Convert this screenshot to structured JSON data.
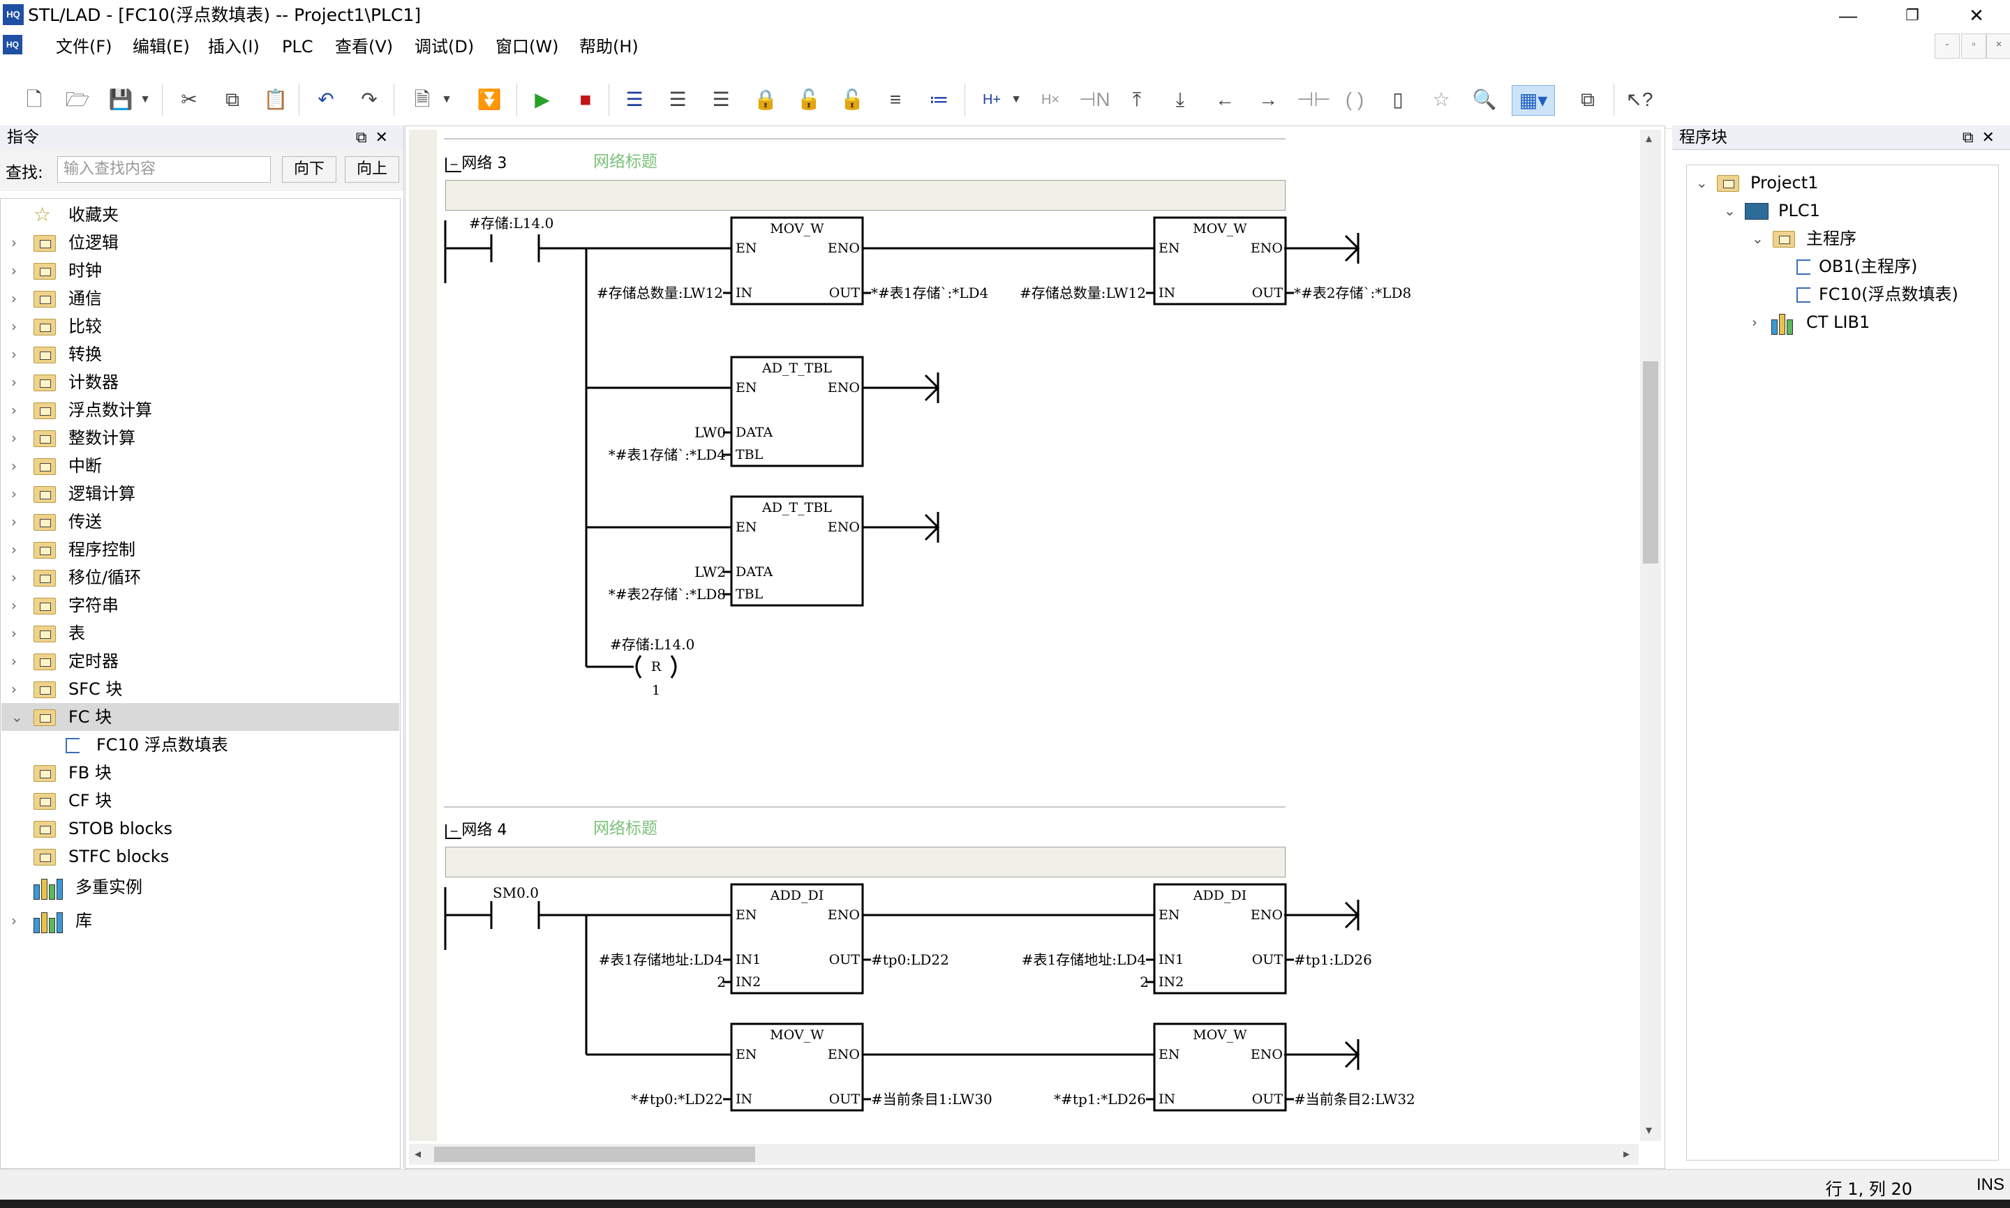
{
  "window": {
    "title": "STL/LAD - [FC10(浮点数填表) -- Project1\\PLC1]",
    "app_icon": "MicroWIN"
  },
  "menu": [
    "文件(F)",
    "编辑(E)",
    "插入(I)",
    "PLC",
    "查看(V)",
    "调试(D)",
    "窗口(W)",
    "帮助(H)"
  ],
  "instructions_panel": {
    "title": "指令",
    "find_label": "查找:",
    "find_placeholder": "输入查找内容",
    "down_button": "向下",
    "up_button": "向上",
    "items": [
      {
        "label": "收藏夹",
        "icon": "star-icon",
        "expandable": false
      },
      {
        "label": "位逻辑",
        "icon": "folder-icon",
        "expandable": true
      },
      {
        "label": "时钟",
        "icon": "folder-icon",
        "expandable": true
      },
      {
        "label": "通信",
        "icon": "folder-icon",
        "expandable": true
      },
      {
        "label": "比较",
        "icon": "folder-icon",
        "expandable": true
      },
      {
        "label": "转换",
        "icon": "folder-icon",
        "expandable": true
      },
      {
        "label": "计数器",
        "icon": "folder-icon",
        "expandable": true
      },
      {
        "label": "浮点数计算",
        "icon": "folder-icon",
        "expandable": true
      },
      {
        "label": "整数计算",
        "icon": "folder-icon",
        "expandable": true
      },
      {
        "label": "中断",
        "icon": "folder-icon",
        "expandable": true
      },
      {
        "label": "逻辑计算",
        "icon": "folder-icon",
        "expandable": true
      },
      {
        "label": "传送",
        "icon": "folder-icon",
        "expandable": true
      },
      {
        "label": "程序控制",
        "icon": "folder-icon",
        "expandable": true
      },
      {
        "label": "移位/循环",
        "icon": "folder-icon",
        "expandable": true
      },
      {
        "label": "字符串",
        "icon": "folder-icon",
        "expandable": true
      },
      {
        "label": "表",
        "icon": "folder-icon",
        "expandable": true
      },
      {
        "label": "定时器",
        "icon": "folder-icon",
        "expandable": true
      },
      {
        "label": "SFC 块",
        "icon": "folder-icon",
        "expandable": true
      },
      {
        "label": "FC 块",
        "icon": "folder-icon",
        "expandable": true,
        "expanded": true,
        "selected": true
      },
      {
        "label": "FC10  浮点数填表",
        "icon": "block-icon",
        "expandable": false,
        "child": true
      },
      {
        "label": "FB 块",
        "icon": "folder-icon",
        "expandable": false
      },
      {
        "label": "CF 块",
        "icon": "folder-icon",
        "expandable": false
      },
      {
        "label": "STOB blocks",
        "icon": "folder-icon",
        "expandable": false
      },
      {
        "label": "STFC blocks",
        "icon": "folder-icon",
        "expandable": false
      },
      {
        "label": "多重实例",
        "icon": "library-icon",
        "expandable": false
      },
      {
        "label": "库",
        "icon": "library-icon",
        "expandable": true
      }
    ]
  },
  "editor": {
    "networks": [
      {
        "label": "网络 3",
        "title_placeholder": "网络标题",
        "contact": "#存储:L14.0",
        "boxes": [
          {
            "name": "MOV_W",
            "pins_left": [
              "EN",
              "IN"
            ],
            "pins_right": [
              "ENO",
              "OUT"
            ],
            "in": "#存储总数量:LW12",
            "out": "*#表1存储`:*LD4"
          },
          {
            "name": "MOV_W",
            "pins_left": [
              "EN",
              "IN"
            ],
            "pins_right": [
              "ENO",
              "OUT"
            ],
            "in": "#存储总数量:LW12",
            "out": "*#表2存储`:*LD8"
          },
          {
            "name": "AD_T_TBL",
            "pins_left": [
              "EN",
              "DATA",
              "TBL"
            ],
            "pins_right": [
              "ENO"
            ],
            "data": "LW0",
            "tbl": "*#表1存储`:*LD4"
          },
          {
            "name": "AD_T_TBL",
            "pins_left": [
              "EN",
              "DATA",
              "TBL"
            ],
            "pins_right": [
              "ENO"
            ],
            "data": "LW2",
            "tbl": "*#表2存储`:*LD8"
          }
        ],
        "coil": {
          "operand": "#存储:L14.0",
          "type": "R",
          "count": "1"
        }
      },
      {
        "label": "网络 4",
        "title_placeholder": "网络标题",
        "contact": "SM0.0",
        "boxes": [
          {
            "name": "ADD_DI",
            "pins_left": [
              "EN",
              "IN1",
              "IN2"
            ],
            "pins_right": [
              "ENO",
              "OUT"
            ],
            "in1": "#表1存储地址:LD4",
            "in2": "2",
            "out": "#tp0:LD22"
          },
          {
            "name": "ADD_DI",
            "pins_left": [
              "EN",
              "IN1",
              "IN2"
            ],
            "pins_right": [
              "ENO",
              "OUT"
            ],
            "in1": "#表1存储地址:LD4",
            "in2": "2",
            "out": "#tp1:LD26"
          },
          {
            "name": "MOV_W",
            "pins_left": [
              "EN",
              "IN"
            ],
            "pins_right": [
              "ENO",
              "OUT"
            ],
            "in": "*#tp0:*LD22",
            "out": "#当前条目1:LW30"
          },
          {
            "name": "MOV_W",
            "pins_left": [
              "EN",
              "IN"
            ],
            "pins_right": [
              "ENO",
              "OUT"
            ],
            "in": "*#tp1:*LD26",
            "out": "#当前条目2:LW32"
          }
        ]
      }
    ]
  },
  "program_panel": {
    "title": "程序块",
    "items": [
      {
        "label": "Project1",
        "level": 0,
        "expanded": true,
        "icon": "project-icon"
      },
      {
        "label": "PLC1",
        "level": 1,
        "expanded": true,
        "icon": "plc-icon"
      },
      {
        "label": "主程序",
        "level": 2,
        "expanded": true,
        "icon": "folder-icon"
      },
      {
        "label": "OB1(主程序)",
        "level": 3,
        "icon": "block-icon"
      },
      {
        "label": "FC10(浮点数填表)",
        "level": 3,
        "icon": "block-icon"
      },
      {
        "label": "CT LIB1",
        "level": 2,
        "expanded": false,
        "icon": "library-icon"
      }
    ]
  },
  "status": {
    "position": "行 1,   列 20",
    "mode": "INS"
  },
  "colors": {
    "network_title": "#7ac27a",
    "selection": "#d9d9d9",
    "comment_bg": "#f1f0e6"
  }
}
